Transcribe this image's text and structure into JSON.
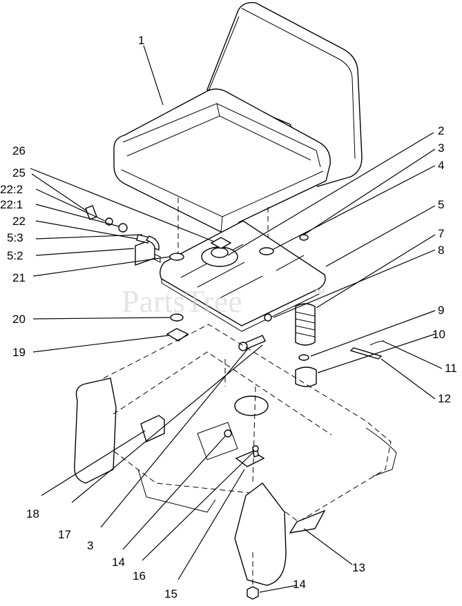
{
  "watermark": {
    "text": "PartsTree",
    "mark": "TM"
  },
  "callouts": [
    {
      "id": "c1",
      "label": "1"
    },
    {
      "id": "c2",
      "label": "2"
    },
    {
      "id": "c3a",
      "label": "3"
    },
    {
      "id": "c4",
      "label": "4"
    },
    {
      "id": "c5",
      "label": "5"
    },
    {
      "id": "c7",
      "label": "7"
    },
    {
      "id": "c8",
      "label": "8"
    },
    {
      "id": "c9",
      "label": "9"
    },
    {
      "id": "c10",
      "label": "10"
    },
    {
      "id": "c11",
      "label": "11"
    },
    {
      "id": "c12",
      "label": "12"
    },
    {
      "id": "c13",
      "label": "13"
    },
    {
      "id": "c14a",
      "label": "14"
    },
    {
      "id": "c14b",
      "label": "14"
    },
    {
      "id": "c15",
      "label": "15"
    },
    {
      "id": "c16",
      "label": "16"
    },
    {
      "id": "c3b",
      "label": "3"
    },
    {
      "id": "c17",
      "label": "17"
    },
    {
      "id": "c18",
      "label": "18"
    },
    {
      "id": "c19",
      "label": "19"
    },
    {
      "id": "c20",
      "label": "20"
    },
    {
      "id": "c21",
      "label": "21"
    },
    {
      "id": "c52",
      "label": "5:2"
    },
    {
      "id": "c53",
      "label": "5:3"
    },
    {
      "id": "c22",
      "label": "22"
    },
    {
      "id": "c221",
      "label": "22:1"
    },
    {
      "id": "c222",
      "label": "22:2"
    },
    {
      "id": "c25",
      "label": "25"
    },
    {
      "id": "c26",
      "label": "26"
    }
  ]
}
